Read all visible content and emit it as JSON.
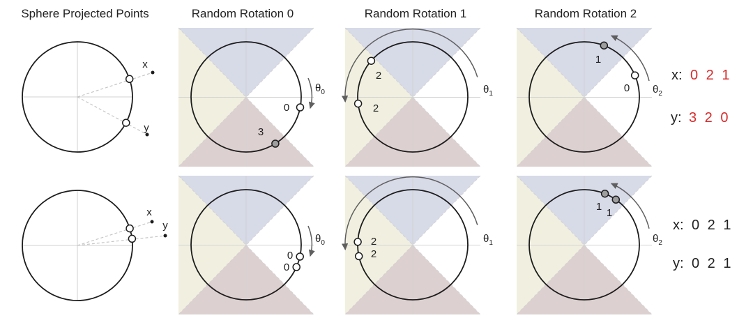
{
  "colors": {
    "region_top_blue": "#d7dae7",
    "region_left_cream": "#f1f0e0",
    "region_bottom_pink": "#ddd0d0",
    "region_right_white": "#ffffff",
    "accent_red": "#d62b2b",
    "ink": "#212121",
    "marker_gray": "#9e9e9e"
  },
  "titles": {
    "sphere": "Sphere Projected Points",
    "rot0": "Random Rotation 0",
    "rot1": "Random Rotation 1",
    "rot2": "Random Rotation 2"
  },
  "theta": {
    "symbol": "θ",
    "sub_0": "0",
    "sub_1": "1",
    "sub_2": "2"
  },
  "rows": {
    "top": {
      "sphere": {
        "x_label": "x",
        "y_label": "y"
      },
      "rot0": {
        "x_point_label": "0",
        "y_point_label": "3"
      },
      "rot1": {
        "x_point_label": "2",
        "y_point_label": "2"
      },
      "rot2": {
        "x_point_label": "1",
        "y_point_label": "0"
      },
      "codes": {
        "x_prefix": "x:",
        "x_digits": "0 2 1",
        "y_prefix": "y:",
        "y_digits": "3 2 0"
      }
    },
    "bottom": {
      "sphere": {
        "x_label": "x",
        "y_label": "y"
      },
      "rot0": {
        "x_point_label": "0",
        "y_point_label": "0"
      },
      "rot1": {
        "x_point_label": "2",
        "y_point_label": "2"
      },
      "rot2": {
        "x_point_label": "1",
        "y_point_label": "1"
      },
      "codes": {
        "x_prefix": "x:",
        "x_digits": "0 2 1",
        "y_prefix": "y:",
        "y_digits": "0 2 1"
      }
    }
  }
}
